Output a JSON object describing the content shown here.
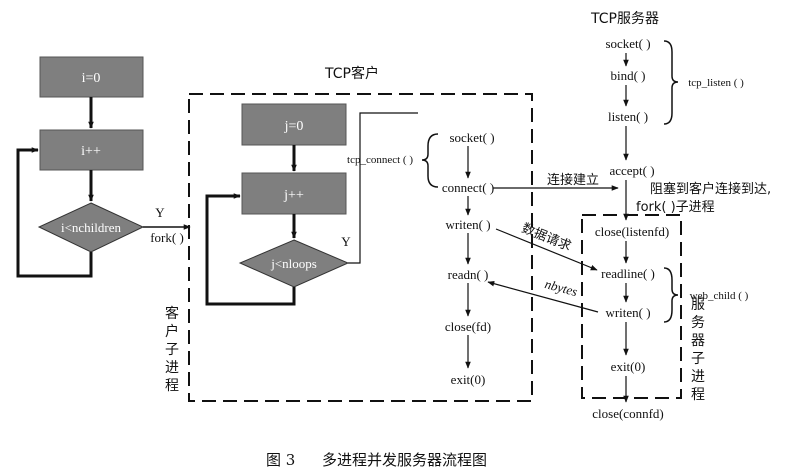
{
  "caption": {
    "number": "图 3",
    "text": "多进程并发服务器流程图"
  },
  "parent_loop": {
    "init": "i=0",
    "incr": "i++",
    "cond": "i<nchildren",
    "yes": "Y",
    "fork": "fork( )"
  },
  "client": {
    "title": "TCP客户",
    "side_label": [
      "客",
      "户",
      "子",
      "进",
      "程"
    ],
    "init": "j=0",
    "incr": "j++",
    "cond": "j<nloops",
    "yes": "Y",
    "tcp_connect": "tcp_connect ( )",
    "socket": "socket( )",
    "connect": "connect( )",
    "writen": "writen( )",
    "readn": "readn( )",
    "close": "close(fd)",
    "exit": "exit(0)"
  },
  "server": {
    "title": "TCP服务器",
    "socket": "socket( )",
    "bind": "bind( )",
    "listen": "listen( )",
    "tcp_listen": "tcp_listen ( )",
    "accept": "accept( )",
    "note_line1": "阻塞到客户连接到达,",
    "note_line2": "fork( )子进程",
    "close_listen": "close(listenfd)",
    "readline": "readline( )",
    "writen": "writen( )",
    "web_child": "web_child ( )",
    "exit": "exit(0)",
    "close_conn": "close(connfd)",
    "side_label": [
      "服",
      "务",
      "器",
      "子",
      "进",
      "程"
    ]
  },
  "edges": {
    "conn_established": "连接建立",
    "data_request": "数据请求",
    "nbytes": "nbytes"
  },
  "colors": {
    "box_fill": "#7f7f7f",
    "line": "#111111"
  }
}
